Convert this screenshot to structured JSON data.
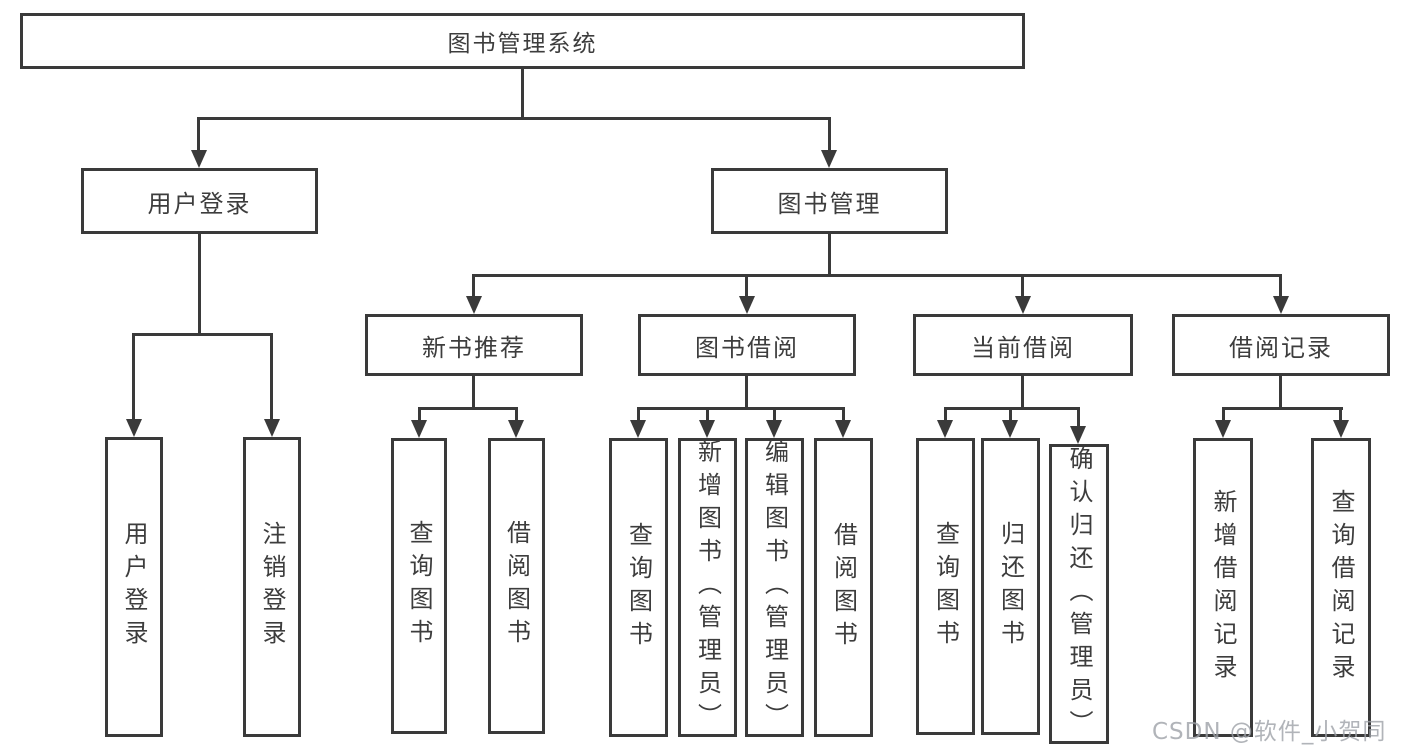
{
  "colors": {
    "line": "#3a3a3a",
    "text": "#3d3d3d",
    "watermark": "#9ea1a8",
    "background": "#ffffff"
  },
  "watermark": {
    "text": "CSDN @软件_小贺同学"
  },
  "diagram": {
    "type": "tree",
    "root": {
      "label": "图书管理系统"
    },
    "branches": [
      {
        "label": "用户登录",
        "children": [
          {
            "label": "用户登录"
          },
          {
            "label": "注销登录"
          }
        ]
      },
      {
        "label": "图书管理",
        "children": [
          {
            "label": "新书推荐",
            "children": [
              {
                "label": "查询图书"
              },
              {
                "label": "借阅图书"
              }
            ]
          },
          {
            "label": "图书借阅",
            "children": [
              {
                "label": "查询图书"
              },
              {
                "label": "新增图书（管理员）"
              },
              {
                "label": "编辑图书（管理员）"
              },
              {
                "label": "借阅图书"
              }
            ]
          },
          {
            "label": "当前借阅",
            "children": [
              {
                "label": "查询图书"
              },
              {
                "label": "归还图书"
              },
              {
                "label": "确认归还（管理员）"
              }
            ]
          },
          {
            "label": "借阅记录",
            "children": [
              {
                "label": "新增借阅记录"
              },
              {
                "label": "查询借阅记录"
              }
            ]
          }
        ]
      }
    ]
  }
}
